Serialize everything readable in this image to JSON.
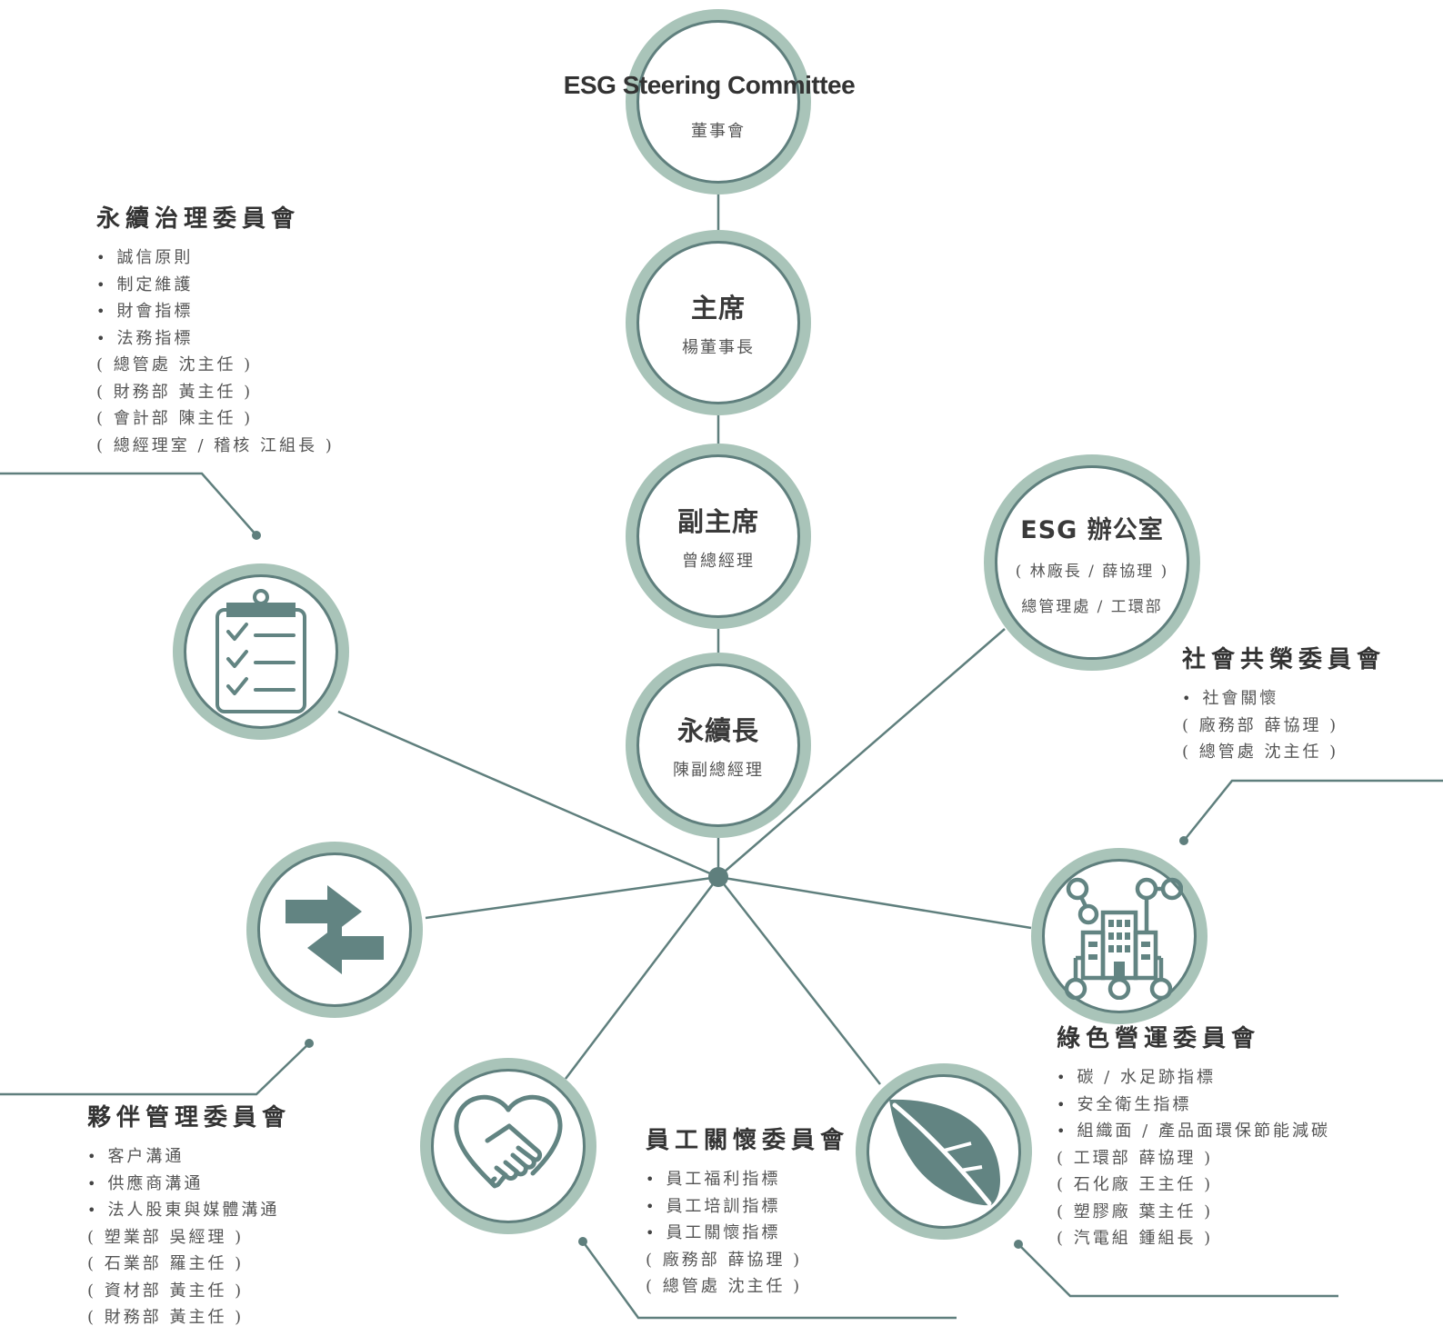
{
  "top": {
    "title": "ESG Steering Committee",
    "subtitle": "董事會"
  },
  "chair": {
    "title": "主席",
    "subtitle": "楊董事長"
  },
  "vice_chair": {
    "title": "副主席",
    "subtitle": "曾總經理"
  },
  "cso": {
    "title": "永續長",
    "subtitle": "陳副總經理"
  },
  "esg_office": {
    "title": "ESG 辦公室",
    "line1": "( 林廠長 / 薛協理 )",
    "line2": "總管理處 / 工環部"
  },
  "governance": {
    "title": "永續治理委員會",
    "bullets": [
      "誠信原則",
      "制定維護",
      "財會指標",
      "法務指標"
    ],
    "owners": [
      "( 總管處  沈主任 )",
      "( 財務部  黃主任 )",
      "( 會計部  陳主任 )",
      "( 總經理室 / 稽核  江組長 )"
    ]
  },
  "social": {
    "title": "社會共榮委員會",
    "bullets": [
      "社會關懷"
    ],
    "owners": [
      "( 廠務部  薛協理 )",
      "( 總管處  沈主任 )"
    ]
  },
  "green": {
    "title": "綠色營運委員會",
    "bullets": [
      "碳 / 水足跡指標",
      "安全衛生指標",
      "組織面 / 產品面環保節能減碳"
    ],
    "owners": [
      "( 工環部  薛協理 )",
      "( 石化廠  王主任 )",
      "( 塑膠廠  葉主任 )",
      "( 汽電組  鍾組長 )"
    ]
  },
  "employee": {
    "title": "員工關懷委員會",
    "bullets": [
      "員工福利指標",
      "員工培訓指標",
      "員工關懷指標"
    ],
    "owners": [
      "( 廠務部  薛協理 )",
      "( 總管處  沈主任 )"
    ]
  },
  "partner": {
    "title": "夥伴管理委員會",
    "bullets": [
      "客户溝通",
      "供應商溝通",
      "法人股東與媒體溝通"
    ],
    "owners": [
      "( 塑業部  吳經理 )",
      "( 石業部  羅主任 )",
      "( 資材部  黃主任 )",
      "( 財務部  黃主任 )"
    ]
  },
  "colors": {
    "ring": "#a9c4b9",
    "line": "#5f7f7d",
    "icon": "#628482"
  },
  "icons": [
    "clipboard-checklist-icon",
    "transfer-arrows-icon",
    "handshake-heart-icon",
    "leaf-icon",
    "network-building-icon"
  ]
}
